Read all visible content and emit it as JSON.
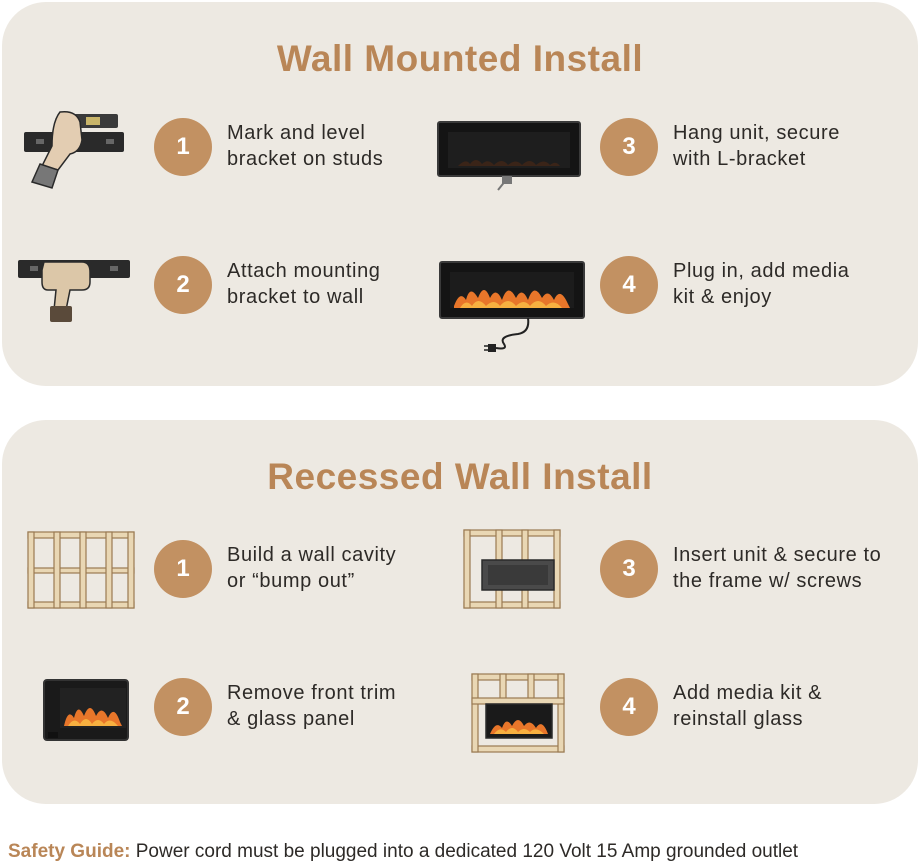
{
  "wall_mounted": {
    "title": "Wall Mounted Install",
    "steps": [
      {
        "number": "1",
        "line1": "Mark and level",
        "line2": "bracket on studs",
        "icon": "hand-level-bracket-icon"
      },
      {
        "number": "2",
        "line1": "Attach mounting",
        "line2": "bracket to wall",
        "icon": "drill-bracket-icon"
      },
      {
        "number": "3",
        "line1": "Hang unit, secure",
        "line2": "with L-bracket",
        "icon": "fireplace-l-bracket-icon"
      },
      {
        "number": "4",
        "line1": "Plug in, add media",
        "line2": "kit & enjoy",
        "icon": "fireplace-plug-icon"
      }
    ]
  },
  "recessed_wall": {
    "title": "Recessed Wall Install",
    "steps": [
      {
        "number": "1",
        "line1": "Build a wall cavity",
        "line2": "or “bump out”",
        "icon": "wood-frame-icon"
      },
      {
        "number": "2",
        "line1": "Remove front trim",
        "line2": "& glass panel",
        "icon": "fireplace-box-icon"
      },
      {
        "number": "3",
        "line1": "Insert unit & secure to",
        "line2": "the frame w/ screws",
        "icon": "frame-insert-unit-icon"
      },
      {
        "number": "4",
        "line1": "Add media kit &",
        "line2": "reinstall glass",
        "icon": "frame-fireplace-glass-icon"
      }
    ]
  },
  "footer": {
    "label": "Safety Guide:",
    "text": " Power cord must be plugged into a dedicated 120 Volt 15 Amp grounded outlet"
  },
  "colors": {
    "panel_bg": "#ede9e2",
    "accent": "#b98657",
    "badge": "#c29162",
    "text": "#2d2a27"
  }
}
